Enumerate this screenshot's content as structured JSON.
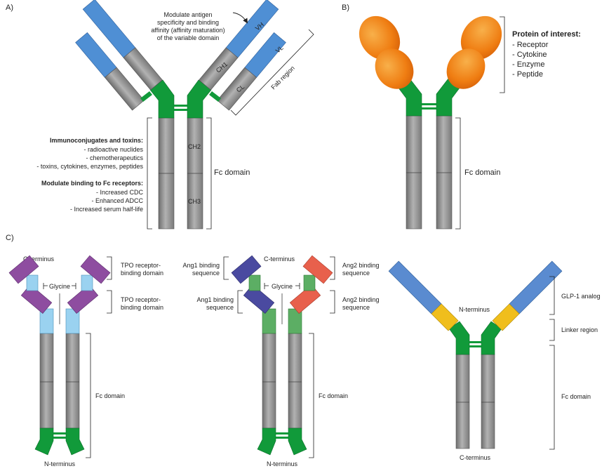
{
  "colors": {
    "constant": "#8c8c8c",
    "hinge": "#119a3a",
    "variable": "#4f8fd4",
    "protein": "#f08a1c",
    "tpo": "#8e4da0",
    "glycine": "#9ad2f0",
    "ang1": "#4a4aa0",
    "ang2": "#e8604c",
    "ang_linker": "#5cae64",
    "glp1": "#5a8bd0",
    "linker": "#f0be1c"
  },
  "panel_a": {
    "label": "A)",
    "modulate_antigen": [
      "Modulate antigen",
      "specificity and binding",
      "affinity (affinity maturation)",
      "of the variable domain"
    ],
    "vh": "VH",
    "vl": "VL",
    "ch1": "CH1",
    "cl": "CL",
    "ch2": "CH2",
    "ch3": "CH3",
    "fab_region": "Fab region",
    "fc_domain": "Fc domain",
    "immunoconjugates_title": "Immunoconjugates and toxins:",
    "immunoconjugates_items": [
      "- radioactive nuclides",
      "- chemotherapeutics",
      "- toxins, cytokines, enzymes, peptides"
    ],
    "modulate_fc_title": "Modulate binding to Fc receptors:",
    "modulate_fc_items": [
      "- Increased CDC",
      "- Enhanced ADCC",
      "- Increased serum half-life"
    ]
  },
  "panel_b": {
    "label": "B)",
    "protein_title": "Protein of interest:",
    "protein_items": [
      "- Receptor",
      "- Cytokine",
      "- Enzyme",
      "- Peptide"
    ],
    "fc_domain": "Fc domain"
  },
  "panel_c": {
    "label": "C)",
    "left": {
      "c_terminus": "C-terminus",
      "n_terminus": "N-terminus",
      "glycine": "Glycine",
      "tpo_top": [
        "TPO receptor-",
        "binding domain"
      ],
      "tpo_bottom": [
        "TPO receptor-",
        "binding domain"
      ],
      "fc_domain": "Fc domain"
    },
    "middle": {
      "c_terminus": "C-terminus",
      "n_terminus": "N-terminus",
      "glycine": "Glycine",
      "ang1_top": [
        "Ang1 binding",
        "sequence"
      ],
      "ang1_bottom": [
        "Ang1 binding",
        "sequence"
      ],
      "ang2_top": [
        "Ang2 binding",
        "sequence"
      ],
      "ang2_bottom": [
        "Ang2 binding",
        "sequence"
      ],
      "fc_domain": "Fc domain"
    },
    "right": {
      "n_terminus": "N-terminus",
      "c_terminus": "C-terminus",
      "glp1": "GLP-1 analog",
      "linker": "Linker region",
      "fc_domain": "Fc domain"
    }
  }
}
